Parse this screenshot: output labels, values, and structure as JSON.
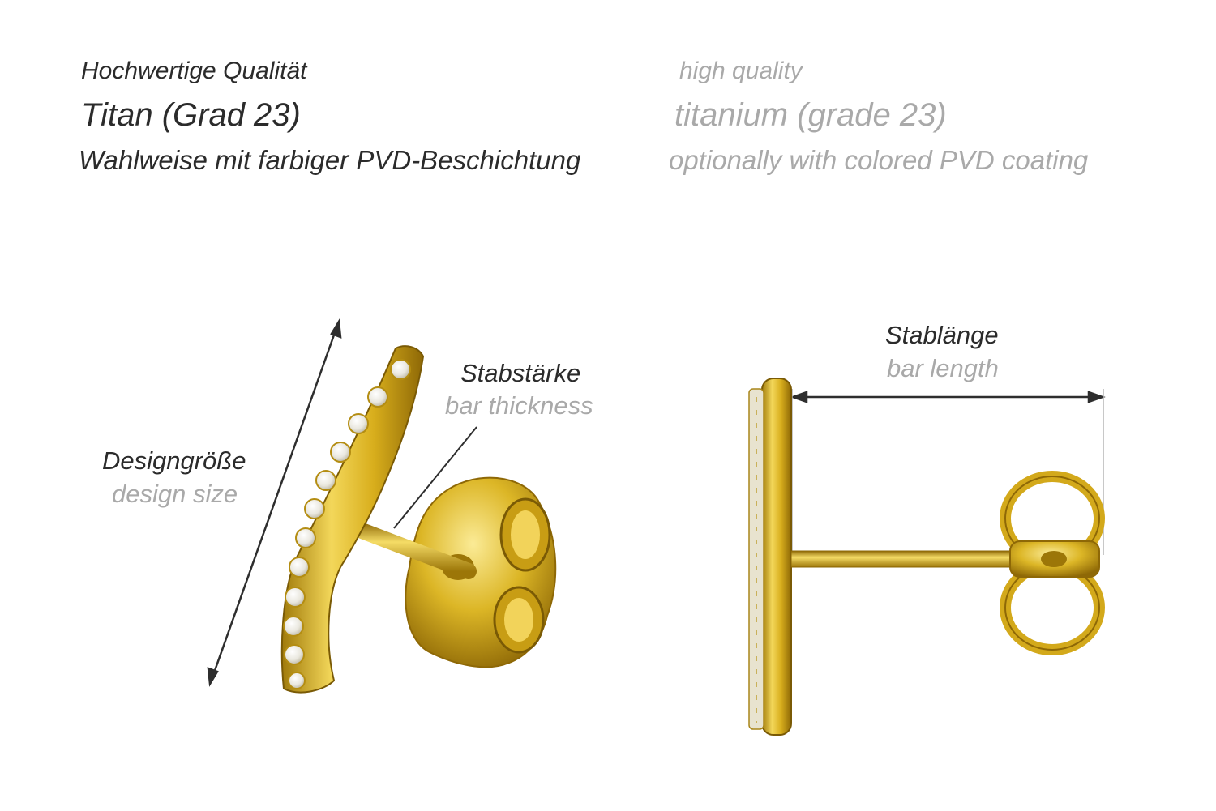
{
  "features": {
    "de": {
      "quality": "Hochwertige Qualität",
      "material": "Titan (Grad 23)",
      "pvd": "Wahlweise mit farbiger PVD-Beschichtung"
    },
    "en": {
      "quality": "high quality",
      "material": "titanium (grade 23)",
      "pvd": "optionally with colored PVD coating"
    }
  },
  "dimensions": {
    "design_size": {
      "de": "Designgröße",
      "en": "design size"
    },
    "bar_thickness": {
      "de": "Stabstärke",
      "en": "bar thickness"
    },
    "bar_length": {
      "de": "Stablänge",
      "en": "bar length"
    }
  },
  "colors": {
    "german_text": "#2b2b2b",
    "english_text": "#a9a9a9",
    "gold": "#d9b21f",
    "gold_dark": "#9c7608",
    "gold_light": "#f7e58a",
    "arrow": "#2e2e2e"
  },
  "product": {
    "stone_count": 12,
    "stone_color": "clear"
  }
}
